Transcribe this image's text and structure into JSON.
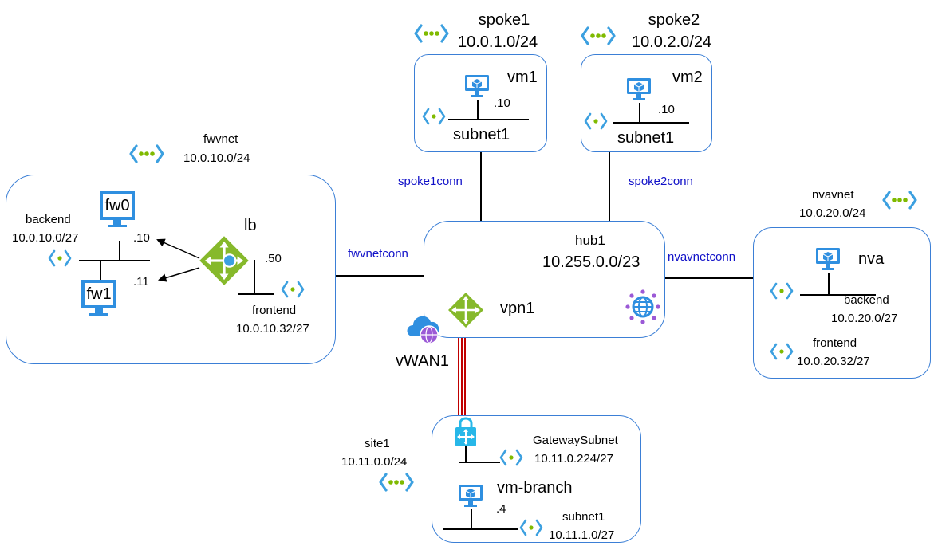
{
  "spoke1": {
    "name": "spoke1",
    "cidr": "10.0.1.0/24",
    "vm": "vm1",
    "ip": ".10",
    "subnet": "subnet1",
    "conn": "spoke1conn"
  },
  "spoke2": {
    "name": "spoke2",
    "cidr": "10.0.2.0/24",
    "vm": "vm2",
    "ip": ".10",
    "subnet": "subnet1",
    "conn": "spoke2conn"
  },
  "fwvnet": {
    "name": "fwvnet",
    "cidr": "10.0.10.0/24",
    "conn": "fwvnetconn",
    "fw0": "fw0",
    "fw1": "fw1",
    "lb": "lb",
    "ip_fw0": ".10",
    "ip_fw1": ".11",
    "ip_lb": ".50",
    "backend": "backend",
    "backend_cidr": "10.0.10.0/27",
    "frontend": "frontend",
    "frontend_cidr": "10.0.10.32/27"
  },
  "hub": {
    "name": "hub1",
    "cidr": "10.255.0.0/23",
    "vpn": "vpn1",
    "vwan": "vWAN1"
  },
  "nvavnet": {
    "name": "nvavnet",
    "cidr": "10.0.20.0/24",
    "conn": "nvavnetconn",
    "vm": "nva",
    "backend": "backend",
    "backend_cidr": "10.0.20.0/27",
    "frontend": "frontend",
    "frontend_cidr": "10.0.20.32/27"
  },
  "site1": {
    "name": "site1",
    "cidr": "10.11.0.0/24",
    "gw_subnet": "GatewaySubnet",
    "gw_cidr": "10.11.0.224/27",
    "vm": "vm-branch",
    "ip": ".4",
    "subnet": "subnet1",
    "subnet_cidr": "10.11.1.0/27"
  },
  "colors": {
    "box_border": "#3b7fd6",
    "conn_text": "#1010c8",
    "vpn_link": "#c00000",
    "icon_blue": "#2f8fe0",
    "icon_green": "#7fba00"
  }
}
